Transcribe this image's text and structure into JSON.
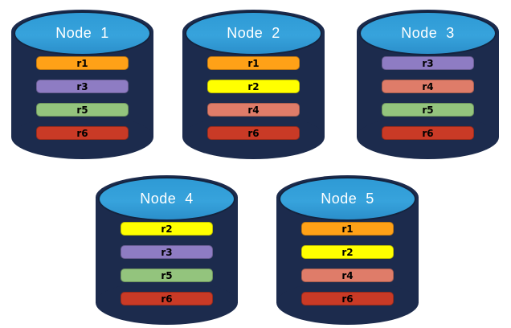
{
  "diagram": {
    "description_labels": []
  },
  "style": {
    "background": "#FFFFFF",
    "cylinder_body": "#1C2B4D",
    "cylinder_top": "#2E9AD5",
    "cylinder_top_border": "#14233E",
    "title_color": "#FFFFFF",
    "bar_text_color": "#000000"
  },
  "replica_colors": {
    "r1": "#FFA117",
    "r2": "#FFFF00",
    "r3": "#8E7CC3",
    "r4": "#DF7C69",
    "r5": "#93C47D",
    "r6": "#C93A26"
  },
  "nodes": [
    {
      "title": "Node  1",
      "replicas": [
        "r1",
        "r3",
        "r5",
        "r6"
      ]
    },
    {
      "title": "Node  2",
      "replicas": [
        "r1",
        "r2",
        "r4",
        "r6"
      ]
    },
    {
      "title": "Node  3",
      "replicas": [
        "r3",
        "r4",
        "r5",
        "r6"
      ]
    },
    {
      "title": "Node  4",
      "replicas": [
        "r2",
        "r3",
        "r5",
        "r6"
      ]
    },
    {
      "title": "Node  5",
      "replicas": [
        "r1",
        "r2",
        "r4",
        "r6"
      ]
    }
  ]
}
